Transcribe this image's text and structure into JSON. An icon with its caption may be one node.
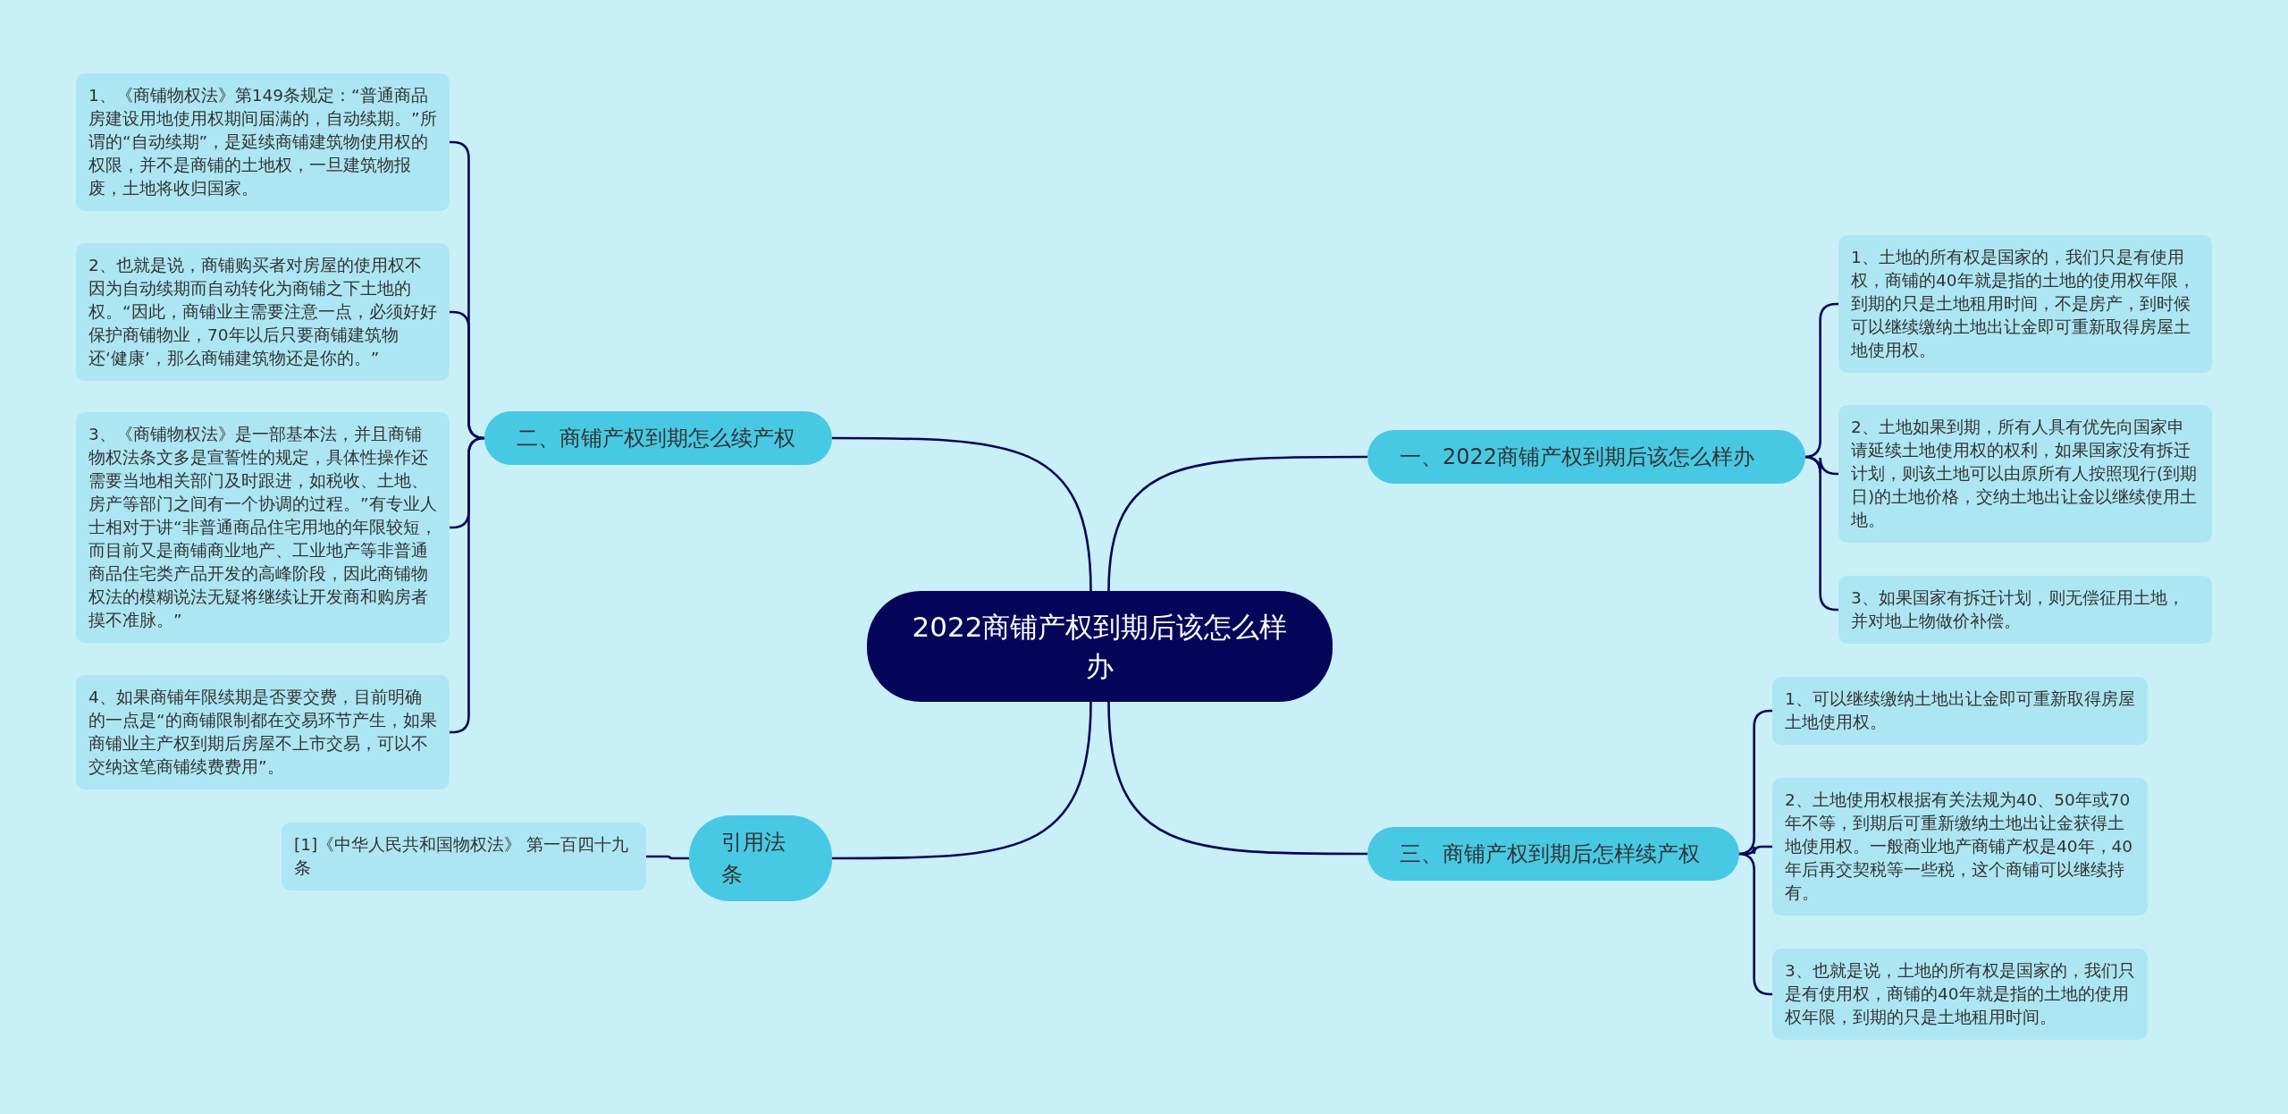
{
  "diagram": {
    "nodes": [
      {
        "text": [
          "2022商铺产权到期后该怎么样办"
        ]
      },
      {
        "text": [
          "一、2022商铺产权到期后该怎么样办"
        ]
      },
      {
        "text": [
          "1、土地的所有权是国家的，我们只是有使用权，商铺的40年就是指的土地的使用权年限，到期的只是土地租用时间，不是房产，到时候可以继续缴纳土地出让金即可重新取得房屋土地使用权。"
        ]
      },
      {
        "text": [
          "2、土地如果到期，所有人具有优先向国家申请延续土地使用权的权利，如果国家没有拆迁计划，则该土地可以由原所有人按照现行(到期日)的土地价格，交纳土地出让金以继续使用土地。"
        ]
      },
      {
        "text": [
          "3、如果国家有拆迁计划，则无偿征用土地，并对地上物做价补偿。"
        ]
      },
      {
        "text": [
          "二、商铺产权到期怎么续产权"
        ]
      },
      {
        "text": [
          "1、《商铺物权法》第149条规定：“普通商品房建设用地使用权期间届满的，自动续期。”所谓的“自动续期”，是延续商铺建筑物使用权的权限，并不是商铺的土地权，一旦建筑物报废，土地将收归国家。"
        ]
      },
      {
        "text": [
          "2、也就是说，商铺购买者对房屋的使用权不因为自动续期而自动转化为商铺之下土地的权。“因此，商铺业主需要注意一点，必须好好保护商铺物业，70年以后只要商铺建筑物还‘健康’，那么商铺建筑物还是你的。”"
        ]
      },
      {
        "text": [
          "3、《商铺物权法》是一部基本法，并且商铺物权法条文多是宣誓性的规定，具体性操作还需要当地相关部门及时跟进，如税收、土地、房产等部门之间有一个协调的过程。”有专业人士相对于讲“非普通商品住宅用地的年限较短，而目前又是商铺商业地产、工业地产等非普通商品住宅类产品开发的高峰阶段，因此商铺物权法的模糊说法无疑将继续让开发商和购房者摸不准脉。”"
        ]
      },
      {
        "text": [
          "4、如果商铺年限续期是否要交费，目前明确的一点是“的商铺限制都在交易环节产生，如果商铺业主产权到期后房屋不上市交易，可以不交纳这笔商铺续费费用”。"
        ]
      },
      {
        "text": [
          "三、商铺产权到期后怎样续产权"
        ]
      },
      {
        "text": [
          "1、可以继续缴纳土地出让金即可重新取得房屋土地使用权。"
        ]
      },
      {
        "text": [
          "2、土地使用权根据有关法规为40、50年或70年不等，到期后可重新缴纳土地出让金获得土地使用权。一般商业地产商铺产权是40年，40年后再交契税等一些税，这个商铺可以继续持有。"
        ]
      },
      {
        "text": [
          "3、也就是说，土地的所有权是国家的，我们只是有使用权，商铺的40年就是指的土地的使用权年限，到期的只是土地租用时间。"
        ]
      },
      {
        "text": [
          "引用法条"
        ]
      },
      {
        "text": [
          "[1]《中华人民共和国物权法》 第一百四十九条"
        ]
      }
    ],
    "edges": [
      {
        "from": 0,
        "to": 1,
        "arrow": "none"
      },
      {
        "from": 1,
        "to": 2,
        "arrow": "none"
      },
      {
        "from": 1,
        "to": 3,
        "arrow": "none"
      },
      {
        "from": 1,
        "to": 4,
        "arrow": "none"
      },
      {
        "from": 0,
        "to": 5,
        "arrow": "none"
      },
      {
        "from": 5,
        "to": 6,
        "arrow": "none"
      },
      {
        "from": 5,
        "to": 7,
        "arrow": "none"
      },
      {
        "from": 5,
        "to": 8,
        "arrow": "none"
      },
      {
        "from": 5,
        "to": 9,
        "arrow": "none"
      },
      {
        "from": 0,
        "to": 10,
        "arrow": "none"
      },
      {
        "from": 10,
        "to": 11,
        "arrow": "none"
      },
      {
        "from": 10,
        "to": 12,
        "arrow": "none"
      },
      {
        "from": 10,
        "to": 13,
        "arrow": "none"
      },
      {
        "from": 0,
        "to": 14,
        "arrow": "none"
      },
      {
        "from": 14,
        "to": 15,
        "arrow": "none"
      }
    ]
  }
}
